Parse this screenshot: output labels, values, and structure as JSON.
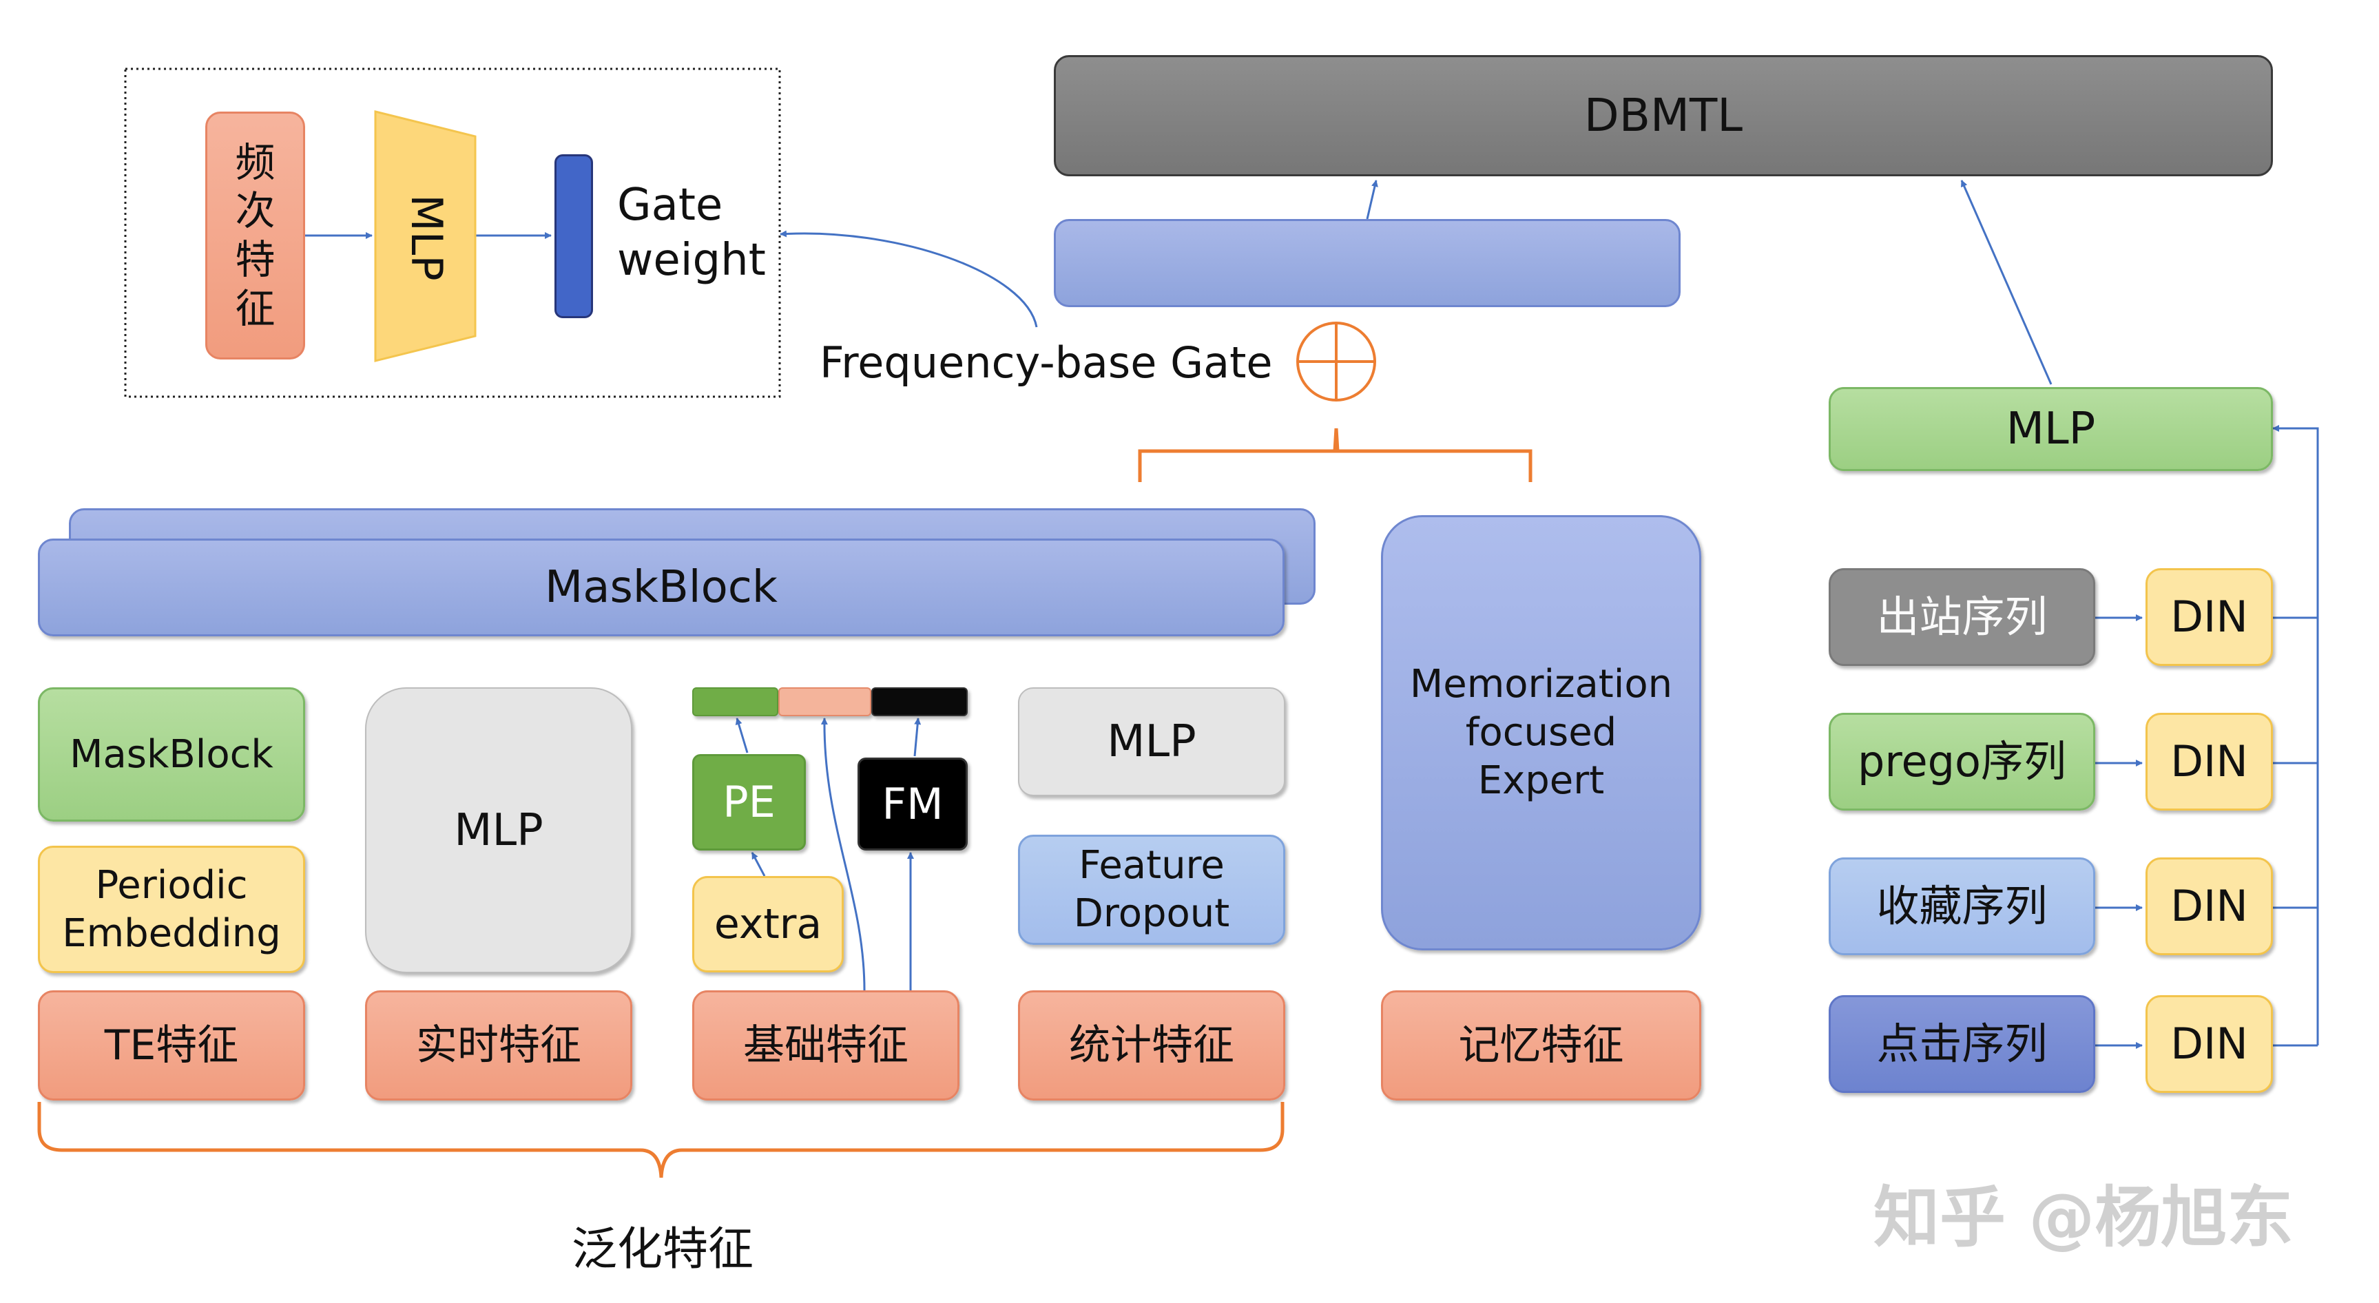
{
  "title": "DBMTL",
  "gate_inset": {
    "feature_label": "频次特征",
    "mlp_label": "MLP",
    "output_label": "Gate weight"
  },
  "gate_caption": "Frequency-base Gate",
  "merge_symbol": "⊕",
  "maskblock_main": "MaskBlock",
  "memorization": {
    "expert_label": "Memorization focused Expert",
    "feature_label": "记忆特征"
  },
  "columns": {
    "te": {
      "top": "MaskBlock",
      "mid": "Periodic Embedding",
      "feature": "TE特征"
    },
    "realtime": {
      "top": "MLP",
      "feature": "实时特征"
    },
    "basic": {
      "pe": "PE",
      "fm": "FM",
      "extra": "extra",
      "feature": "基础特征"
    },
    "stat": {
      "top": "MLP",
      "mid": "Feature Dropout",
      "feature": "统计特征"
    }
  },
  "generalization_label": "泛化特征",
  "sequences": {
    "mlp_label": "MLP",
    "rows": [
      {
        "name": "出站序列",
        "model": "DIN"
      },
      {
        "name": "prego序列",
        "model": "DIN"
      },
      {
        "name": "收藏序列",
        "model": "DIN"
      },
      {
        "name": "点击序列",
        "model": "DIN"
      }
    ]
  },
  "watermark": "知乎 @杨旭东",
  "colors": {
    "grey": "#e5e5e5",
    "dark_grey": "#808080",
    "blue": "#8ea3dc",
    "green": "#9ccf83",
    "yellow": "#fde6a4",
    "orange": "#f19c7e",
    "connector_blue": "#4472c4",
    "bracket_orange": "#ed7d31"
  }
}
